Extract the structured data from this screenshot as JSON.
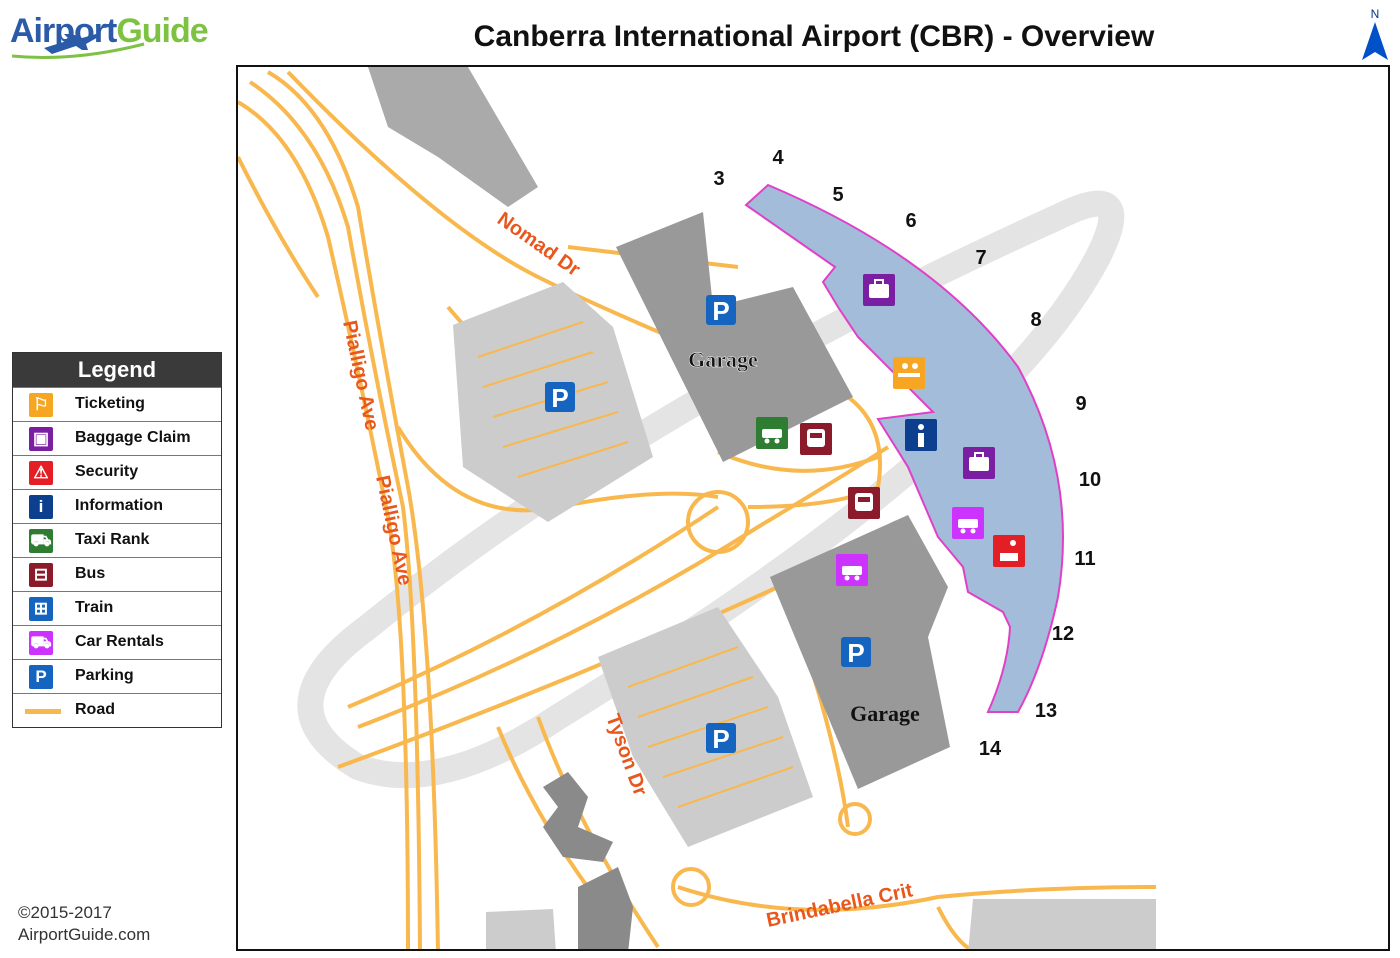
{
  "logo": {
    "part1": "Airport",
    "part2": "Guide"
  },
  "title": "Canberra International Airport (CBR) - Overview",
  "north_label": "N",
  "colors": {
    "road": "#f8b84e",
    "terminal_fill": "#a3bcd9",
    "terminal_outline": "#e040c8",
    "building": "#999999",
    "lot": "#cccccc",
    "street_label": "#e8571c"
  },
  "streets": {
    "nomad": "Nomad Dr",
    "pialligo1": "Pialligo Ave",
    "pialligo2": "Pialligo Ave",
    "tyson": "Tyson Dr",
    "brindabella": "Brindabella Crit"
  },
  "garages": {
    "north": "Garage",
    "south": "Garage"
  },
  "gates": [
    "3",
    "4",
    "5",
    "6",
    "7",
    "8",
    "9",
    "10",
    "11",
    "12",
    "13",
    "14"
  ],
  "map_icons": [
    {
      "name": "baggage-claim-icon",
      "color": "#7b1fa2"
    },
    {
      "name": "ticketing-icon",
      "color": "#f6a623"
    },
    {
      "name": "information-icon",
      "color": "#0d3f8f"
    },
    {
      "name": "baggage-claim-icon",
      "color": "#7b1fa2"
    },
    {
      "name": "car-rentals-icon",
      "color": "#cc33ff"
    },
    {
      "name": "security-icon",
      "color": "#e31e24"
    },
    {
      "name": "taxi-rank-icon",
      "color": "#2e7d32"
    },
    {
      "name": "bus-icon",
      "color": "#8b1a2b"
    },
    {
      "name": "bus-icon",
      "color": "#8b1a2b"
    },
    {
      "name": "car-rentals-icon",
      "color": "#cc33ff"
    },
    {
      "name": "parking-icon",
      "color": "#1565c0"
    }
  ],
  "legend": {
    "title": "Legend",
    "items": [
      {
        "label": "Ticketing",
        "icon": "ticketing-icon",
        "color": "#f6a623",
        "glyph": "⚐"
      },
      {
        "label": "Baggage Claim",
        "icon": "baggage-claim-icon",
        "color": "#7b1fa2",
        "glyph": "▣"
      },
      {
        "label": "Security",
        "icon": "security-icon",
        "color": "#e31e24",
        "glyph": "⚠"
      },
      {
        "label": "Information",
        "icon": "information-icon",
        "color": "#0d3f8f",
        "glyph": "i"
      },
      {
        "label": "Taxi Rank",
        "icon": "taxi-rank-icon",
        "color": "#2e7d32",
        "glyph": "⛟"
      },
      {
        "label": "Bus",
        "icon": "bus-icon",
        "color": "#8b1a2b",
        "glyph": "⊟"
      },
      {
        "label": "Train",
        "icon": "train-icon",
        "color": "#1565c0",
        "glyph": "⊞"
      },
      {
        "label": "Car Rentals",
        "icon": "car-rentals-icon",
        "color": "#cc33ff",
        "glyph": "⛟"
      },
      {
        "label": "Parking",
        "icon": "parking-icon",
        "color": "#1565c0",
        "glyph": "P"
      },
      {
        "label": "Road",
        "icon": "road-icon",
        "color": "#f8b84e",
        "glyph": ""
      }
    ]
  },
  "copyright": {
    "line1": "©2015-2017",
    "line2": "AirportGuide.com"
  }
}
